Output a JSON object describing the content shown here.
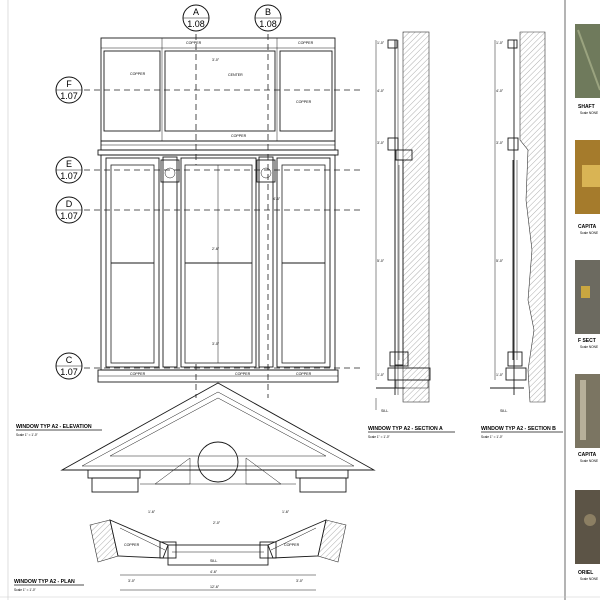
{
  "grid_bubbles": {
    "a": {
      "letter": "A",
      "sheet": "1.08"
    },
    "b": {
      "letter": "B",
      "sheet": "1.08"
    }
  },
  "level_bubbles": {
    "f": {
      "letter": "F",
      "sheet": "1.07"
    },
    "e": {
      "letter": "E",
      "sheet": "1.07"
    },
    "d": {
      "letter": "D",
      "sheet": "1.07"
    },
    "c": {
      "letter": "C",
      "sheet": "1.07"
    }
  },
  "elevation": {
    "notes": {
      "copper": "COPPER",
      "center_top": "CENTER"
    },
    "dims": {
      "top": "3'-0\"",
      "mid": "2'-6\"",
      "bottom": "3'-0\"",
      "side": "4'-6\""
    }
  },
  "section_a_dims": [
    "1'-0\"",
    "4'-0\"",
    "3'-0\"",
    "5'-0\"",
    "1'-0\""
  ],
  "section_b_dims": [
    "1'-0\"",
    "4'-0\"",
    "3'-0\"",
    "5'-0\"",
    "1'-0\""
  ],
  "plan": {
    "labels": {
      "left_wing": "COPPER",
      "right_wing": "COPPER",
      "center": "SILL"
    },
    "dims": {
      "left_angle": "1'-6\"",
      "right_angle": "1'-6\"",
      "center_top": "2'-0\"",
      "center_bottom": "4'-6\"",
      "overall": "12'-6\"",
      "left_run": "3'-0\"",
      "right_run": "3'-0\""
    }
  },
  "titles": {
    "elevation": "WINDOW TYP A2  - ELEVATION",
    "elevation_scale": "Scale 1\" = 1'-0\"",
    "section_a": "WINDOW TYP A2  - SECTION A",
    "section_a_scale": "Scale 1\" = 1'-0\"",
    "section_b": "WINDOW TYP A2  - SECTION B",
    "section_b_scale": "Scale 1\" = 1'-0\"",
    "plan": "WINDOW TYP A2  - PLAN",
    "plan_scale": "Scale 1\" = 1'-0\""
  },
  "photos": [
    {
      "label": "SHAFT",
      "scale": "Scale NONE",
      "color": "#6f7a5c"
    },
    {
      "label": "CAPITA",
      "scale": "Scale NONE",
      "color": "#a57b2c"
    },
    {
      "label": "F SECT",
      "scale": "Scale NONE",
      "color": "#6c6a60"
    },
    {
      "label": "CAPITA",
      "scale": "Scale NONE",
      "color": "#7b7562"
    },
    {
      "label": "ORIEL",
      "scale": "Scale NONE",
      "color": "#5c5446"
    }
  ]
}
